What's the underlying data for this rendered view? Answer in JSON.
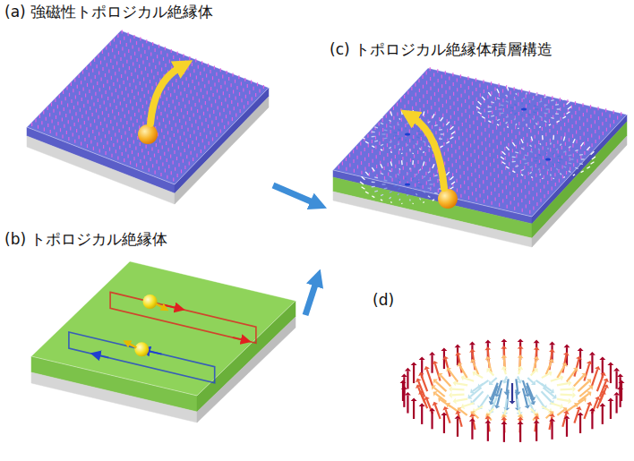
{
  "diagram": {
    "nodes": [
      {
        "text": [
          "(a) 強磁性トポロジカル絶縁体"
        ]
      },
      {
        "text": [
          "(c) トポロジカル絶縁体積層構造"
        ]
      },
      {
        "text": [
          "(b) トポロジカル絶縁体"
        ]
      },
      {
        "text": [
          "(d)"
        ]
      }
    ],
    "edges": [
      {
        "from": 0,
        "to": 1,
        "arrow": "to"
      },
      {
        "from": 2,
        "to": 1,
        "arrow": "to"
      }
    ]
  }
}
